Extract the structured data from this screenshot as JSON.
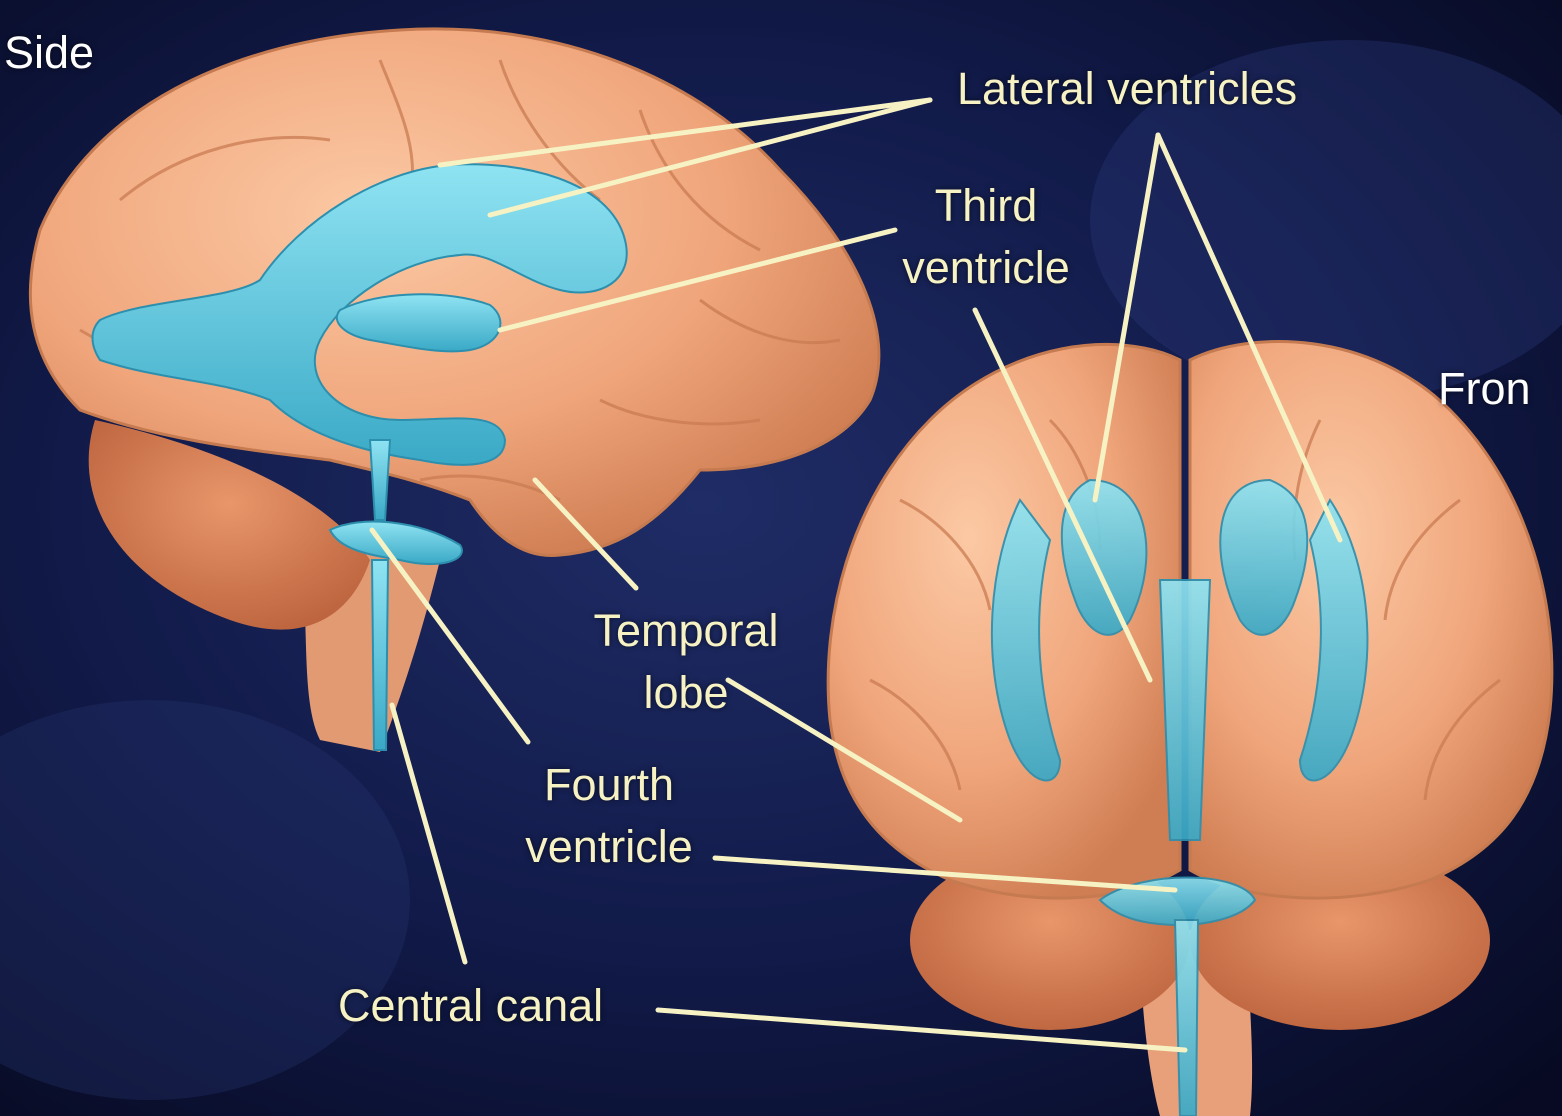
{
  "colors": {
    "background": "#0b1030",
    "brain": "#f2a77e",
    "brain_shadow": "#c9734a",
    "ventricle": "#5cc6dc",
    "leader_line": "#f6f2c4",
    "view_label": "#ffffff",
    "structure_label": "#f6f2c4"
  },
  "views": {
    "side": "Side",
    "front": "Fron"
  },
  "labels": {
    "lateral_ventricles": "Lateral ventricles",
    "third_ventricle_line1": "Third",
    "third_ventricle_line2": "ventricle",
    "temporal_lobe_line1": "Temporal",
    "temporal_lobe_line2": "lobe",
    "fourth_ventricle_line1": "Fourth",
    "fourth_ventricle_line2": "ventricle",
    "central_canal": "Central canal"
  }
}
